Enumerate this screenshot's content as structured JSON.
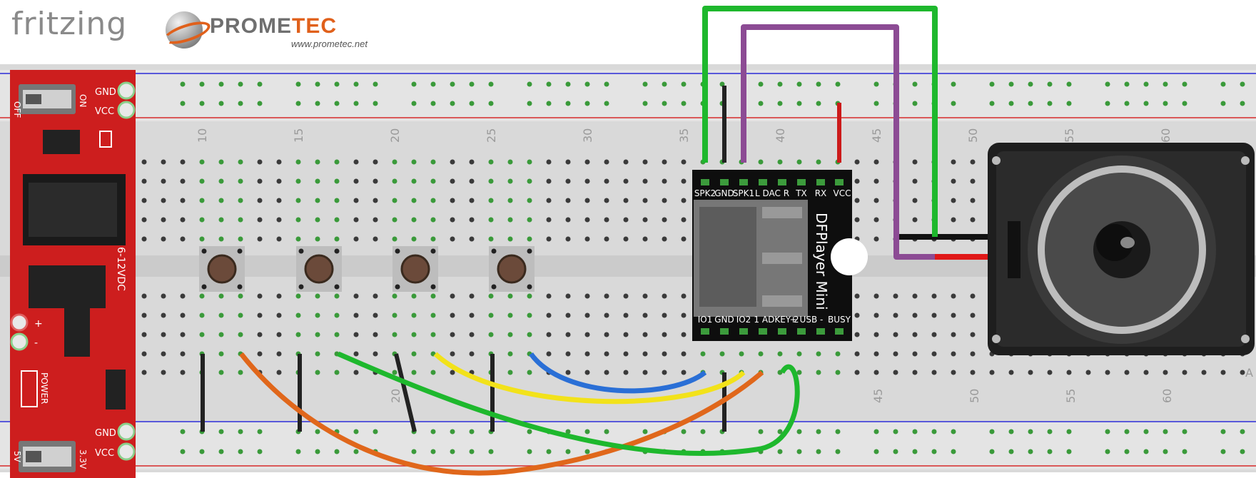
{
  "logos": {
    "fritzing": "fritzing",
    "prometec_a": "PROME",
    "prometec_b": "TEC",
    "prometec_url": "www.prometec.net"
  },
  "breadboard": {
    "column_numbers_top": [
      "10",
      "15",
      "20",
      "25",
      "30",
      "35",
      "40",
      "45",
      "50",
      "55",
      "60"
    ],
    "column_numbers_bottom": [
      "20",
      "45",
      "50",
      "55",
      "60"
    ],
    "row_letter_right": "A"
  },
  "power_module": {
    "top_labels": [
      "GND",
      "VCC"
    ],
    "bottom_labels": [
      "GND",
      "VCC"
    ],
    "switch_top_off": "OFF",
    "switch_top_on": "ON",
    "jack_label": "6-12VDC",
    "plus_label": "+",
    "minus_label": "-",
    "power_label": "POWER",
    "switch_bottom_5v": "5V",
    "switch_bottom_3v3": "3.3V"
  },
  "dfplayer": {
    "title": "DFPlayer Mini",
    "top_pins": [
      "SPK2",
      "GND",
      "SPK1",
      "L DAC R",
      "TX",
      "RX",
      "VCC"
    ],
    "bottom_pins": [
      "IO1",
      "GND",
      "IO2",
      "1 ADKEY 2",
      "+ USB -",
      "BUSY"
    ]
  },
  "colors": {
    "wire_green": "#1eb82d",
    "wire_purple": "#8c4b94",
    "wire_black": "#222222",
    "wire_red": "#cc1a1a",
    "wire_orange": "#e0671b",
    "wire_yellow": "#f2e21a",
    "wire_blue": "#2a6fd6",
    "module_red": "#cd1e1e"
  }
}
